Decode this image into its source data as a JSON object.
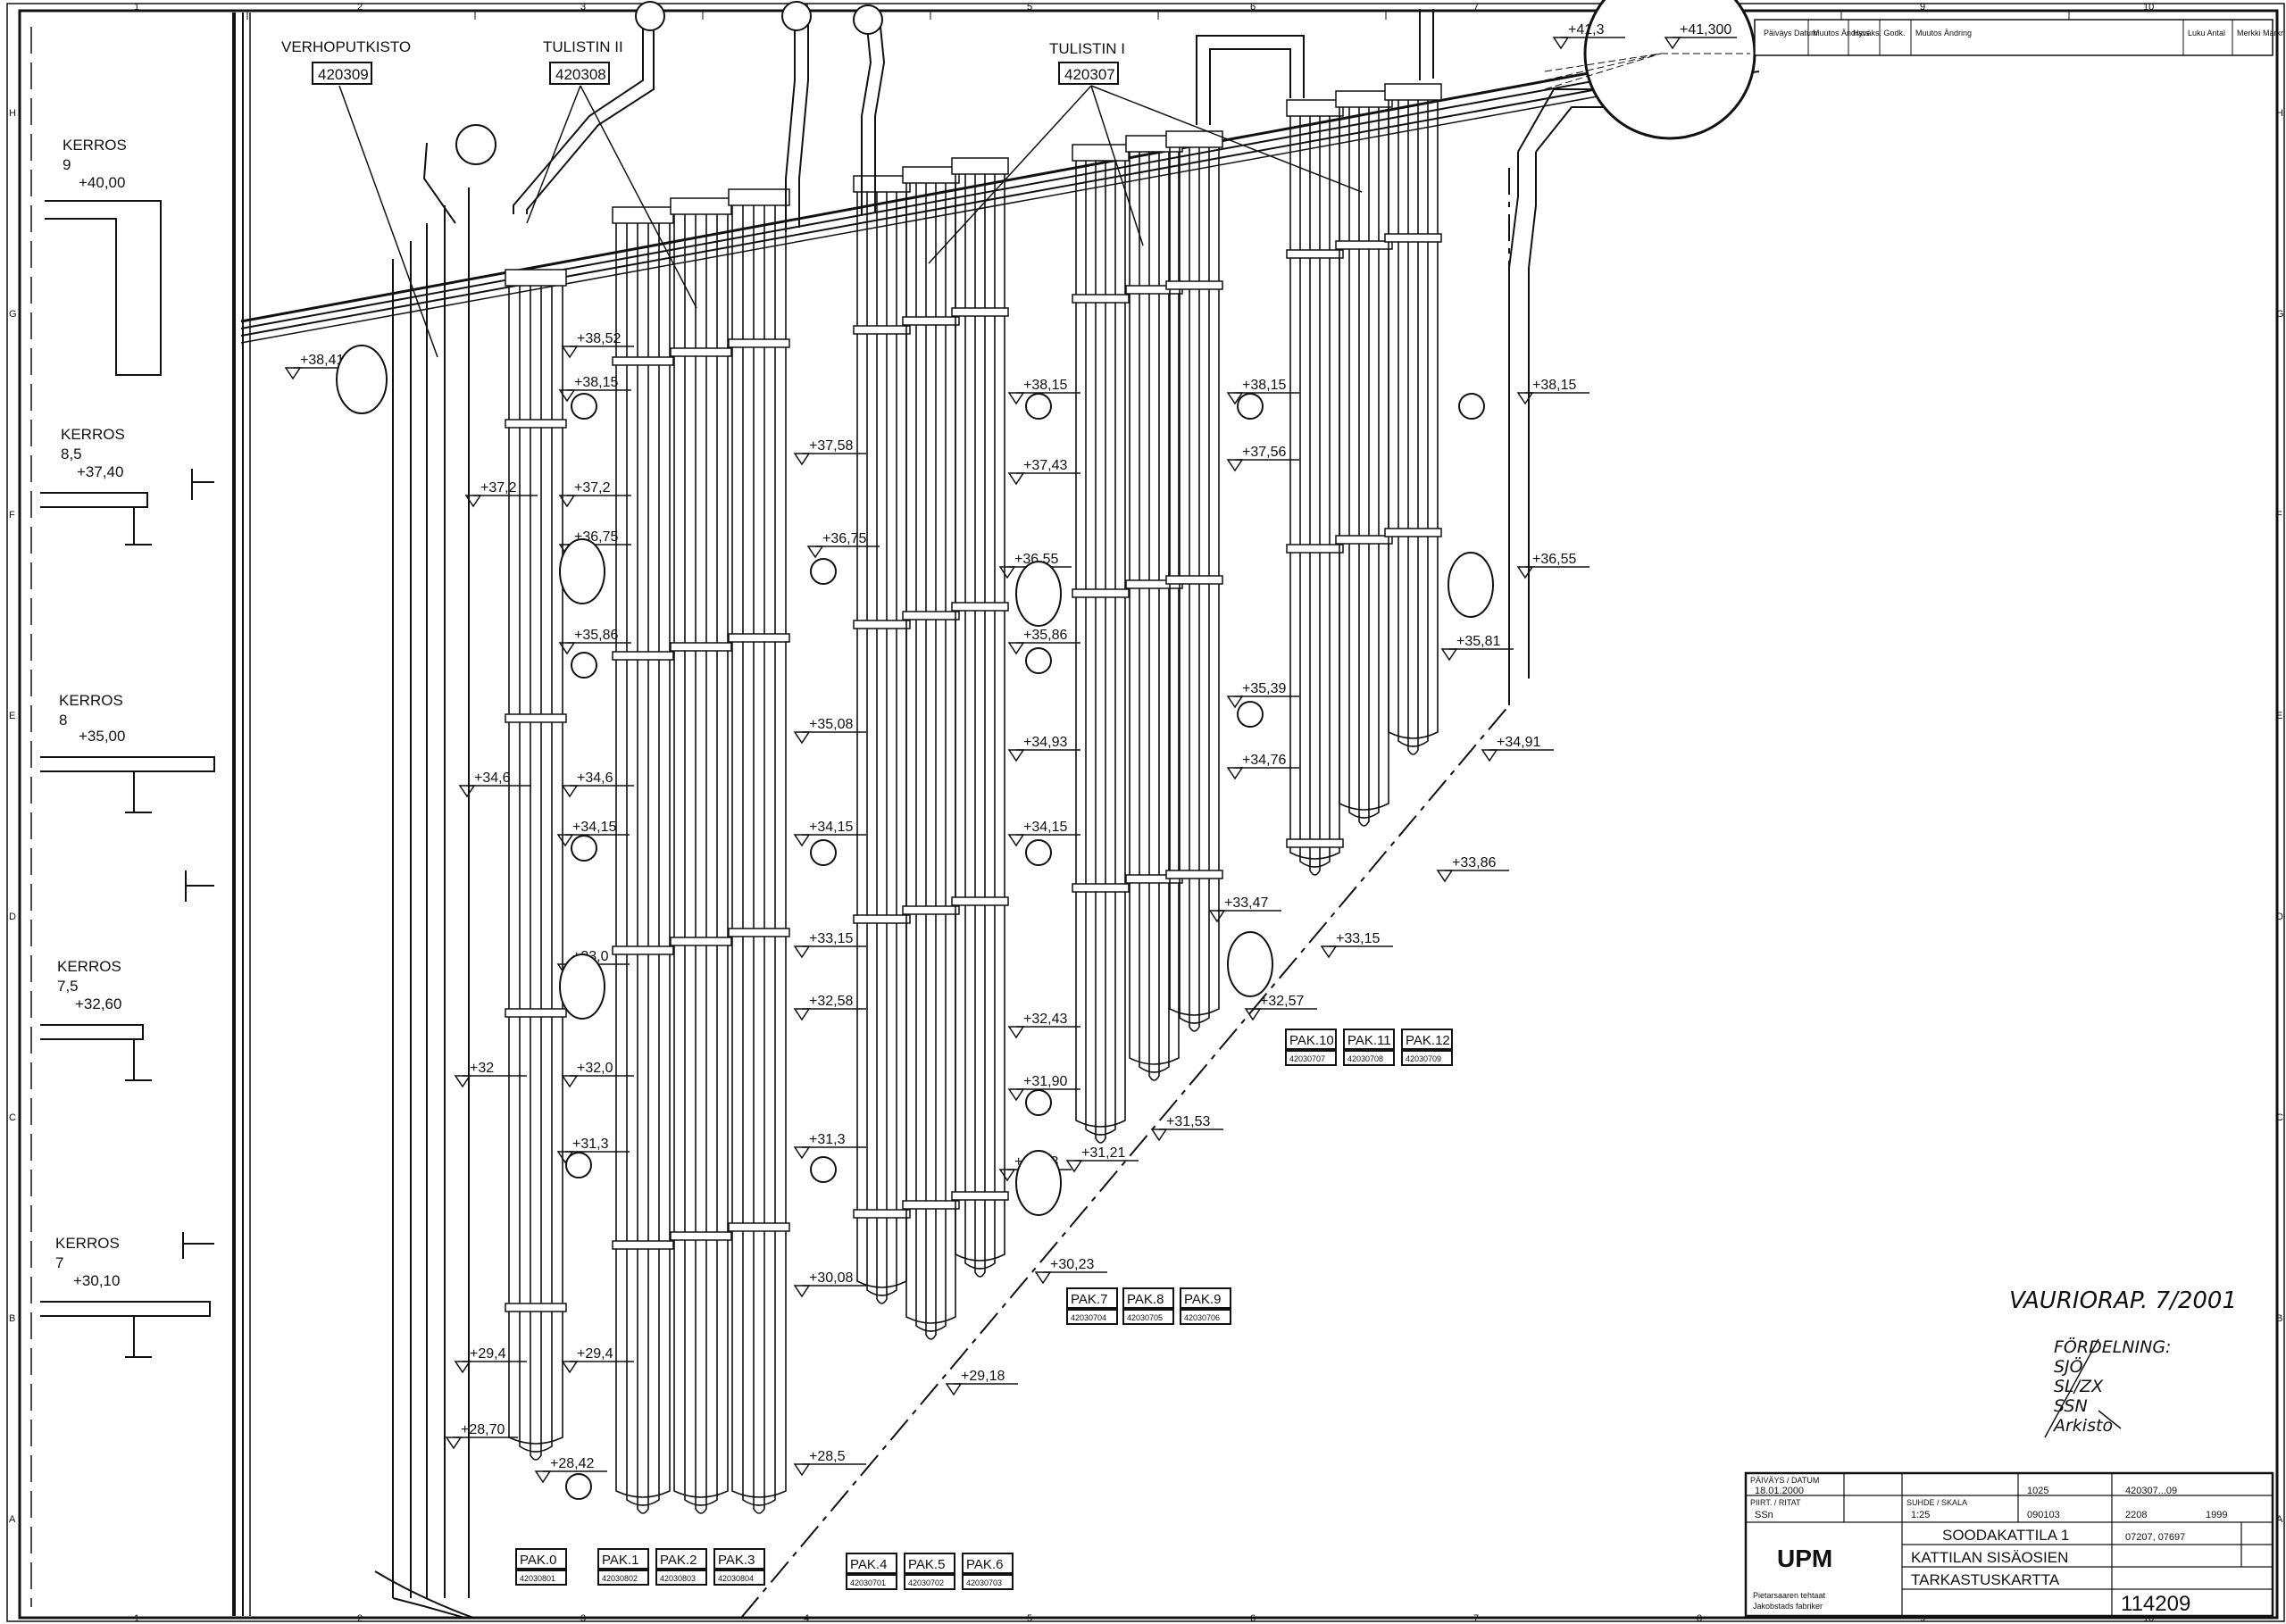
{
  "drawing": {
    "border_columns": [
      "1",
      "2",
      "3",
      "4",
      "5",
      "6",
      "7",
      "8",
      "9",
      "10"
    ],
    "border_rows": [
      "H",
      "G",
      "F",
      "E",
      "D",
      "C",
      "B",
      "A"
    ],
    "floors": [
      {
        "name": "KERROS",
        "num": "9",
        "elev": "+40,00"
      },
      {
        "name": "KERROS",
        "num": "8,5",
        "elev": "+37,40"
      },
      {
        "name": "KERROS",
        "num": "8",
        "elev": "+35,00"
      },
      {
        "name": "KERROS",
        "num": "7,5",
        "elev": "+32,60"
      },
      {
        "name": "KERROS",
        "num": "7",
        "elev": "+30,10"
      }
    ],
    "sections": [
      {
        "name": "VERHOPUTKISTO",
        "code": "420309"
      },
      {
        "name": "TULISTIN II",
        "code": "420308"
      },
      {
        "name": "TULISTIN I",
        "code": "420307"
      }
    ],
    "packages": [
      {
        "label": "PAK.0",
        "code": "42030801"
      },
      {
        "label": "PAK.1",
        "code": "42030802"
      },
      {
        "label": "PAK.2",
        "code": "42030803"
      },
      {
        "label": "PAK.3",
        "code": "42030804"
      },
      {
        "label": "PAK.4",
        "code": "42030701"
      },
      {
        "label": "PAK.5",
        "code": "42030702"
      },
      {
        "label": "PAK.6",
        "code": "42030703"
      },
      {
        "label": "PAK.7",
        "code": "42030704"
      },
      {
        "label": "PAK.8",
        "code": "42030705"
      },
      {
        "label": "PAK.9",
        "code": "42030706"
      },
      {
        "label": "PAK.10",
        "code": "42030707"
      },
      {
        "label": "PAK.11",
        "code": "42030708"
      },
      {
        "label": "PAK.12",
        "code": "42030709"
      }
    ],
    "elevations": [
      "+38,41",
      "+38,52",
      "+38,15",
      "+37,2",
      "+37,2",
      "+36,75",
      "+35,86",
      "+34,6",
      "+34,6",
      "+34,15",
      "+33,0",
      "+32",
      "+32,0",
      "+31,3",
      "+29,4",
      "+29,4",
      "+28,70",
      "+28,42",
      "+37,58",
      "+36,75",
      "+35,08",
      "+34,15",
      "+33,15",
      "+32,58",
      "+31,3",
      "+30,08",
      "+28,5",
      "+38,15",
      "+37,43",
      "+36,55",
      "+35,86",
      "+34,93",
      "+34,15",
      "+32,43",
      "+31,90",
      "+31,13",
      "+31,21",
      "+30,23",
      "+38,15",
      "+37,56",
      "+35,39",
      "+34,76",
      "+33,47",
      "+32,57",
      "+31,53",
      "+29,18",
      "+38,15",
      "+36,55",
      "+35,81",
      "+34,91",
      "+33,86",
      "+33,15",
      "+41,3",
      "+41,300"
    ],
    "handwritten": {
      "note": "VAURIORAP. 7/2001",
      "distribution_title": "FÖRDELNING:",
      "distribution": [
        "SJÖ",
        "SL/ZX",
        "SSN",
        "Arkisto"
      ]
    },
    "header_strip": {
      "cells": [
        "Päiväys Datum",
        "Muutos Ändrars",
        "Hyväks. Godk.",
        "Muutos Ändring"
      ],
      "right_cells": [
        "Luku Antal",
        "Merkki Märkn"
      ]
    },
    "titleblock": {
      "date_label": "PÄIVÄYS / DATUM",
      "date": "18.01.2000",
      "drawn_label": "PIIRT. / RITAT",
      "drawn": "SSn",
      "scale_label": "SUHDE / SKALA",
      "scale": "1:25",
      "sheet_no": "1025",
      "no2": "090103",
      "ref1": "420307...09",
      "ref2": "2208",
      "ref3": "1999",
      "ref4": "07207, 07697",
      "plant": "SOODAKATTILA 1",
      "subject": "KATTILAN SISÄOSIEN",
      "title": "TARKASTUSKARTTA",
      "company": "UPM",
      "company_sub1": "Pietarsaaren tehtaat",
      "company_sub2": "Jakobstads fabriker",
      "drawing_number": "114209"
    }
  }
}
